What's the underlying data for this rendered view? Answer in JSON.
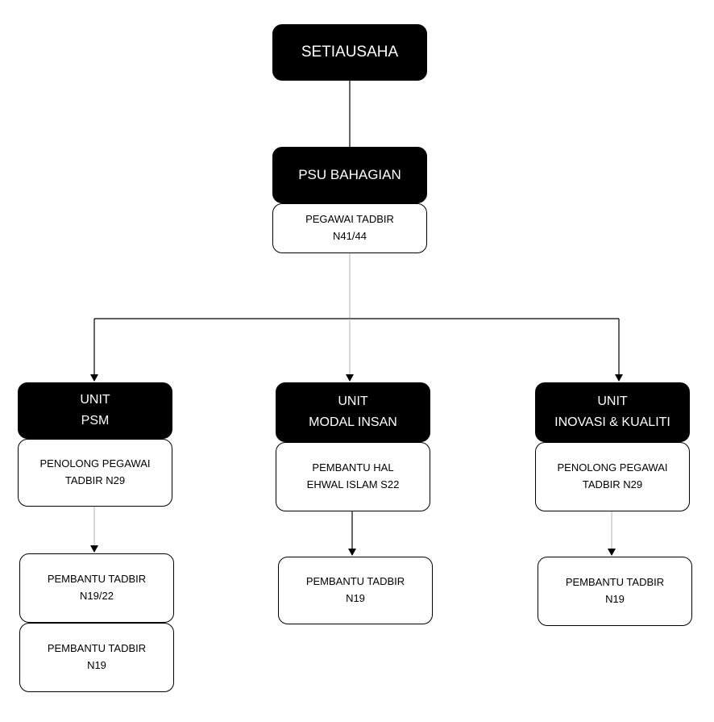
{
  "colors": {
    "dark_box": "#000000",
    "light_box": "#ffffff",
    "connector": "#000000",
    "connector_light": "#bdbdbd"
  },
  "top": {
    "setiausaha": "SETIAUSAHA",
    "psu": "PSU BAHAGIAN",
    "pegawai_line1": "PEGAWAI TADBIR",
    "pegawai_line2": "N41/44"
  },
  "units": [
    {
      "head_line1": "UNIT",
      "head_line2": "PSM",
      "staff_line1": "PENOLONG PEGAWAI",
      "staff_line2": "TADBIR N29",
      "sub": [
        {
          "line1": "PEMBANTU TADBIR",
          "line2": "N19/22"
        },
        {
          "line1": "PEMBANTU TADBIR",
          "line2": "N19"
        }
      ]
    },
    {
      "head_line1": "UNIT",
      "head_line2": "MODAL INSAN",
      "staff_line1": "PEMBANTU HAL",
      "staff_line2": "EHWAL ISLAM S22",
      "sub": [
        {
          "line1": "PEMBANTU TADBIR",
          "line2": "N19"
        }
      ]
    },
    {
      "head_line1": "UNIT",
      "head_line2": "INOVASI & KUALITI",
      "staff_line1": "PENOLONG PEGAWAI",
      "staff_line2": "TADBIR N29",
      "sub": [
        {
          "line1": "PEMBANTU TADBIR",
          "line2": "N19"
        }
      ]
    }
  ]
}
